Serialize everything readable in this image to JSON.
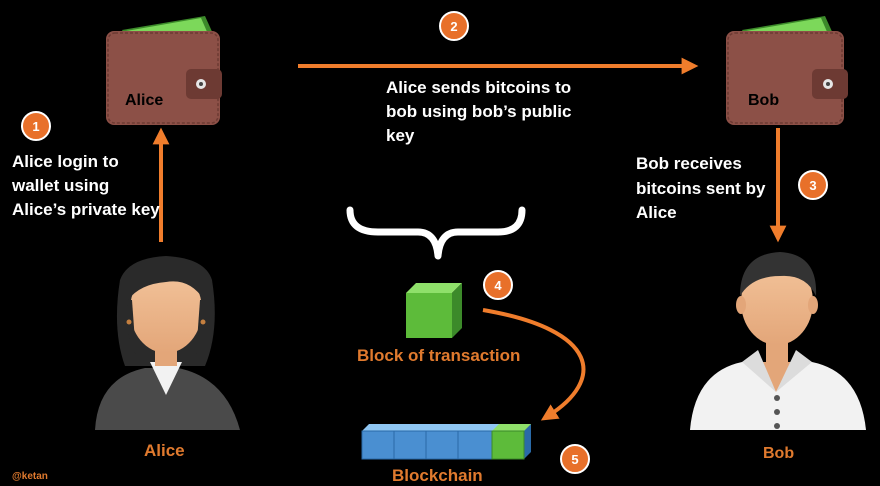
{
  "colors": {
    "background": "#000000",
    "arrow": "#f07d2c",
    "badge": "#e8702a",
    "label_orange": "#e07a2e",
    "wallet": "#8c5047",
    "block_green": "#5dbb3a",
    "chain_blue": "#4a8fd1"
  },
  "steps": {
    "step1": {
      "number": "1",
      "text": "Alice login to wallet using Alice’s private key"
    },
    "step2": {
      "number": "2",
      "text": "Alice sends bitcoins to bob using bob’s public key"
    },
    "step3": {
      "number": "3",
      "text": "Bob receives bitcoins sent by Alice"
    },
    "step4": {
      "number": "4",
      "label": "Block of transaction"
    },
    "step5": {
      "number": "5",
      "label": "Blockchain"
    }
  },
  "wallets": {
    "alice": "Alice",
    "bob": "Bob"
  },
  "people": {
    "alice": "Alice",
    "bob": "Bob"
  },
  "watermark": "@ketan",
  "icons": {
    "alice_wallet": "wallet-icon",
    "bob_wallet": "wallet-icon",
    "alice_person": "woman-avatar-icon",
    "bob_person": "man-avatar-icon",
    "block": "cube-icon",
    "chain": "blockchain-icon",
    "brace": "curly-brace-icon"
  }
}
